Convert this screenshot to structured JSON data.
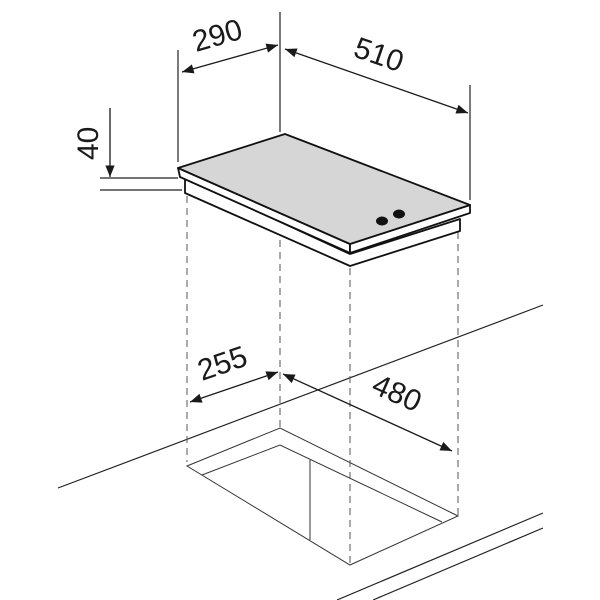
{
  "dimensions": {
    "depth_top": "290",
    "width_top": "510",
    "height": "40",
    "cutout_depth": "255",
    "cutout_width": "480"
  },
  "colors": {
    "glass": "#d6d6d6",
    "line": "#1a1a1a"
  }
}
